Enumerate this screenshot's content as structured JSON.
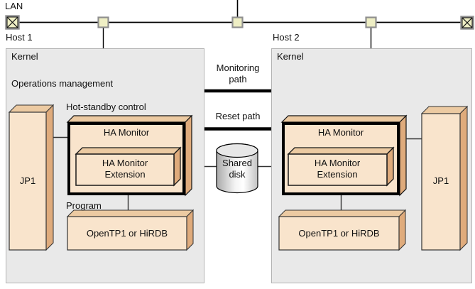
{
  "diagram": {
    "lan": {
      "label": "LAN"
    },
    "paths": {
      "monitoring_label": "Monitoring path",
      "reset_label": "Reset path"
    },
    "shared_disk": {
      "label": "Shared disk"
    },
    "host1": {
      "label": "Host 1",
      "kernel_label": "Kernel",
      "operations_management_label": "Operations management",
      "hot_standby_label": "Hot-standby control",
      "ha_monitor_label": "HA Monitor",
      "ha_monitor_extension_label": "HA Monitor Extension",
      "jp1_label": "JP1",
      "program_label": "Program",
      "middleware_label": "OpenTP1 or HiRDB"
    },
    "host2": {
      "label": "Host 2",
      "kernel_label": "Kernel",
      "ha_monitor_label": "HA Monitor",
      "ha_monitor_extension_label": "HA Monitor Extension",
      "jp1_label": "JP1",
      "middleware_label": "OpenTP1 or HiRDB"
    },
    "colors": {
      "host_fill": "#e9e9e9",
      "box_face": "#f9e4cc",
      "box_depth_top": "#eccaa2",
      "box_depth_side": "#dfab7c",
      "connector_fill": "#eeeec4",
      "thick_border": "#000000"
    }
  }
}
